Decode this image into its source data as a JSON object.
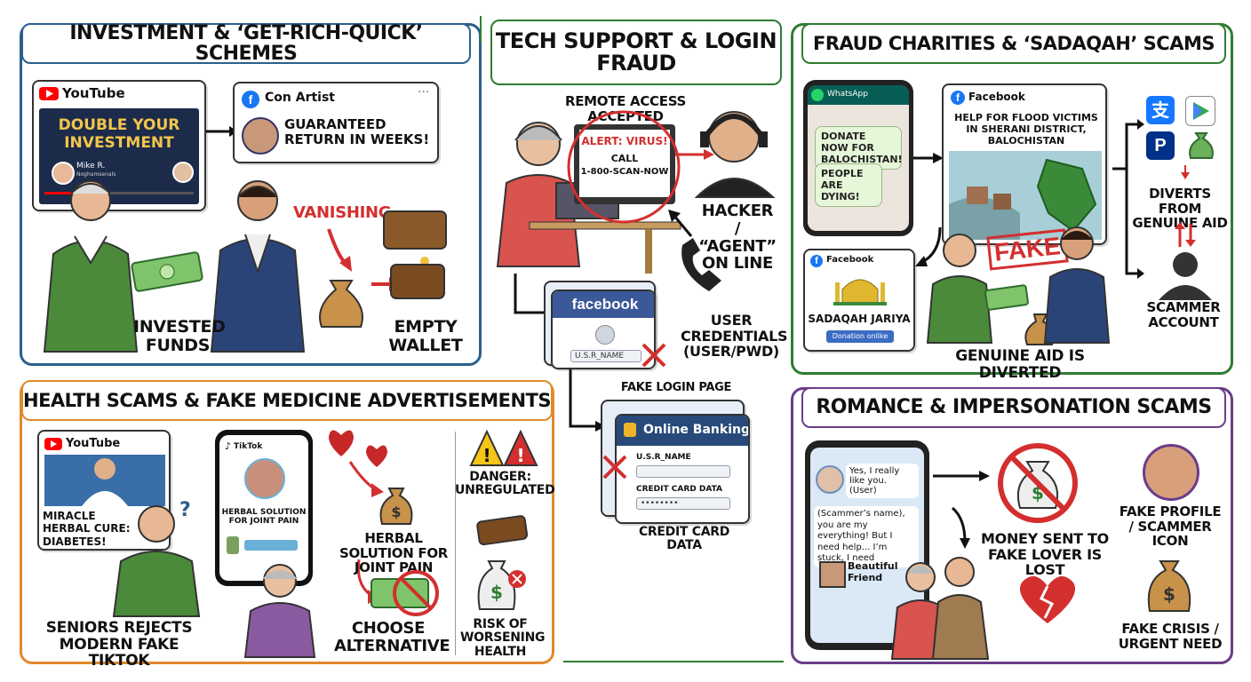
{
  "colors": {
    "investment_border": "#2b5f8e",
    "tech_border": "#2e7d32",
    "charity_border": "#2e7d32",
    "health_border": "#e08a2c",
    "romance_border": "#6a3d8a",
    "alert_red": "#d32f2f",
    "facebook_blue": "#3b5998",
    "youtube_red": "#ff0000"
  },
  "investment": {
    "title": "INVESTMENT & ‘GET-RICH-QUICK’ SCHEMES",
    "youtube_logo": "YouTube",
    "video_headline": "DOUBLE YOUR INVESTMENT",
    "presenter_name": "Mike R.",
    "presenter_sub": "Noghamsenals",
    "fb_author": "Con Artist",
    "fb_post": "GUARANTEED RETURN IN WEEKS!",
    "vanishing": "VANISHING",
    "invested_funds": "INVESTED FUNDS",
    "empty_wallet": "EMPTY WALLET"
  },
  "tech": {
    "title": "TECH SUPPORT & LOGIN FRAUD",
    "remote_access": "REMOTE ACCESS ACCEPTED",
    "alert_line1": "ALERT: VIRUS!",
    "alert_line2": "CALL",
    "alert_line3": "1-800-SCAN-NOW",
    "hacker": "HACKER / “AGENT” ON LINE",
    "fb_brand": "facebook",
    "username_field": "U.S.R_NAME",
    "user_credentials": "USER CREDENTIALS (USER/PWD)",
    "fake_login": "FAKE LOGIN PAGE",
    "banking_title": "Online Banking",
    "bank_user_label": "U.S.R_NAME",
    "bank_card_label": "CREDIT CARD DATA",
    "bank_dots": "••••••••",
    "credit_card_data": "CREDIT CARD DATA"
  },
  "charity": {
    "title": "FRAUD CHARITIES & ‘SADAQAH’ SCAMS",
    "whatsapp": "WhatsApp",
    "wa_msg1": "DONATE NOW FOR BALOCHISTAN!",
    "wa_msg2": "PEOPLE ARE DYING!",
    "fb_label": "Facebook",
    "fb_post": "HELP FOR FLOOD VICTIMS IN SHERANI DISTRICT, BALOCHISTAN",
    "fb_label2": "Facebook",
    "sadaqah": "SADAQAH JARIYA",
    "donation_button": "Donation onlike",
    "fake_stamp": "FAKE",
    "genuine_aid": "GENUINE AID IS DIVERTED",
    "diverts": "DIVERTS FROM GENUINE AID",
    "scammer_account": "SCAMMER ACCOUNT"
  },
  "health": {
    "title": "HEALTH SCAMS & FAKE MEDICINE ADVERTISEMENTS",
    "youtube_logo": "YouTube",
    "miracle": "MIRACLE HERBAL CURE: DIABETES!",
    "tiktok_logo": "TikTok",
    "tiktok_caption": "HERBAL SOLUTION FOR JOINT PAIN",
    "herbal_solution": "HERBAL SOLUTION FOR JOINT PAIN",
    "choose_alternative": "CHOOSE ALTERNATIVE",
    "seniors_rejects": "SENIORS REJECTS MODERN FAKE TIKTOK",
    "danger": "DANGER: UNREGULATED",
    "risk": "RISK OF WORSENING HEALTH"
  },
  "romance": {
    "title": "ROMANCE & IMPERSONATION SCAMS",
    "chat_msg1": "Yes, I really like you. (User)",
    "chat_msg2": "(Scammer’s name), you are my everything! But I need help... I’m stuck, I need",
    "friend_label": "Beautiful Friend",
    "money_lost": "MONEY SENT TO FAKE LOVER IS LOST",
    "fake_profile": "FAKE PROFILE / SCAMMER ICON",
    "fake_crisis": "FAKE CRISIS / URGENT NEED"
  }
}
